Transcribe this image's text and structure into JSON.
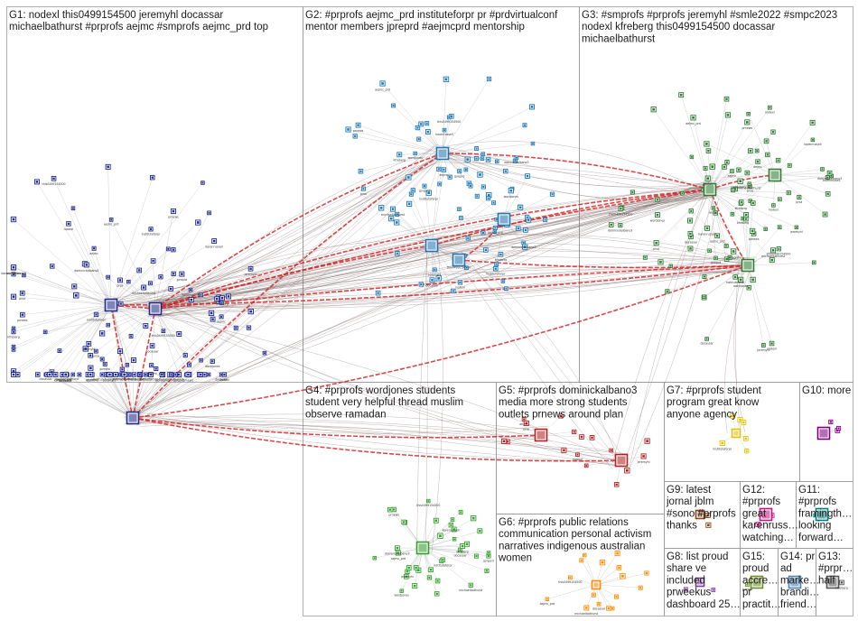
{
  "figure": {
    "background": "#ffffff",
    "frame_color": "#9a9a9a",
    "edge_color": "#8c8c8c",
    "strong_edge_color": "#d62728",
    "group_colors": {
      "G1": "#1f2a8a",
      "G2": "#1f78b4",
      "G3": "#2e7d32",
      "G4": "#33a02c",
      "G5": "#b22222",
      "G6": "#ff8c00",
      "G7": "#e6c200",
      "G8": "#7b3fa0",
      "G9": "#8b4513",
      "G10": "#800080",
      "G11": "#008080",
      "G12": "#c71585",
      "G13": "#555555",
      "G14": "#4682b4",
      "G15": "#6b8e23"
    }
  },
  "groups": [
    {
      "id": "G1",
      "lines": [
        "G1: nodexl this0499154500 jeremyhl docassar",
        "michaelbathurst #prprofs aejmc #smprofs aejmc_prd top"
      ]
    },
    {
      "id": "G2",
      "lines": [
        "G2: #prprofs aejmc_prd instituteforpr pr #prdvirtualconf",
        "mentor members jpreprd #aejmcprd mentorship"
      ]
    },
    {
      "id": "G3",
      "lines": [
        "G3: #smprofs #prprofs jeremyhl #smle2022 #smpc2023",
        "nodexl kfreberg this0499154500 docassar",
        "michaelbathurst"
      ]
    },
    {
      "id": "G4",
      "lines": [
        "G4: #prprofs wordjones students",
        "student very helpful thread muslim",
        "observe ramadan"
      ]
    },
    {
      "id": "G5",
      "lines": [
        "G5: #prprofs dominickalbano3",
        "media more strong students",
        "outlets prnews around plan"
      ]
    },
    {
      "id": "G6",
      "lines": [
        "G6: #prprofs public relations",
        "communication personal activism",
        "narratives indigenous australian",
        "women"
      ]
    },
    {
      "id": "G7",
      "lines": [
        "G7: #prprofs student",
        "program great know",
        "anyone agency"
      ]
    },
    {
      "id": "G8",
      "lines": [
        "G8: list proud",
        "share ve",
        "included",
        "prweekus",
        "dashboard 25…"
      ]
    },
    {
      "id": "G9",
      "lines": [
        "G9: latest",
        "jornal jblm",
        "#sono #prprofs",
        "thanks"
      ]
    },
    {
      "id": "G10",
      "lines": [
        "G10: more"
      ]
    },
    {
      "id": "G11",
      "lines": [
        "G11:",
        "#prprofs",
        "framingth…",
        "looking",
        "forward…"
      ]
    },
    {
      "id": "G12",
      "lines": [
        "G12:",
        "#prprofs",
        "great",
        "karenruss…",
        "watching…"
      ]
    },
    {
      "id": "G13",
      "lines": [
        "G13:",
        "#prpr…",
        "half"
      ]
    },
    {
      "id": "G14",
      "lines": [
        "G14: pr",
        "ad",
        "marke…",
        "brandi…",
        "friend…"
      ]
    },
    {
      "id": "G15",
      "lines": [
        "G15:",
        "proud",
        "accre…",
        "pr",
        "practit…"
      ]
    }
  ],
  "node_labels": [
    "jeremyhl",
    "docassar",
    "michaelbathurst",
    "this0499154500",
    "aejmc_prd",
    "instituteforpr",
    "jpreprd",
    "kfreberg",
    "wordjones",
    "dominickalbano3",
    "prnews",
    "karenrussell",
    "aejmc",
    "prsa",
    "nodexl"
  ]
}
